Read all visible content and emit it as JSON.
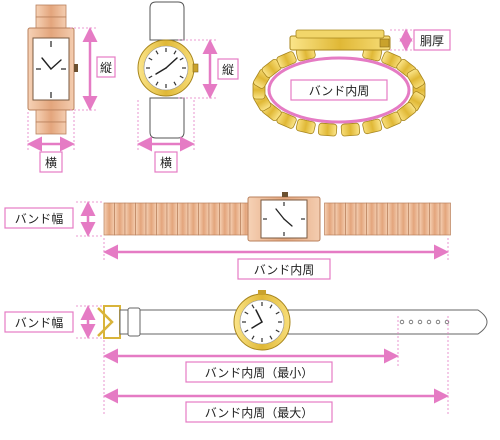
{
  "labels": {
    "height": "縦",
    "width": "横",
    "case_thickness": "胴厚",
    "band_circumference": "バンド内周",
    "band_width": "バンド幅",
    "band_circ_min": "バンド内周（最小）",
    "band_circ_max": "バンド内周（最大）"
  },
  "colors": {
    "accent": "#e57bc4",
    "gold": "#d9b43a",
    "rose_gold": "#e7b08a",
    "leather": "#ffffff",
    "outline": "#8a6a3a"
  }
}
